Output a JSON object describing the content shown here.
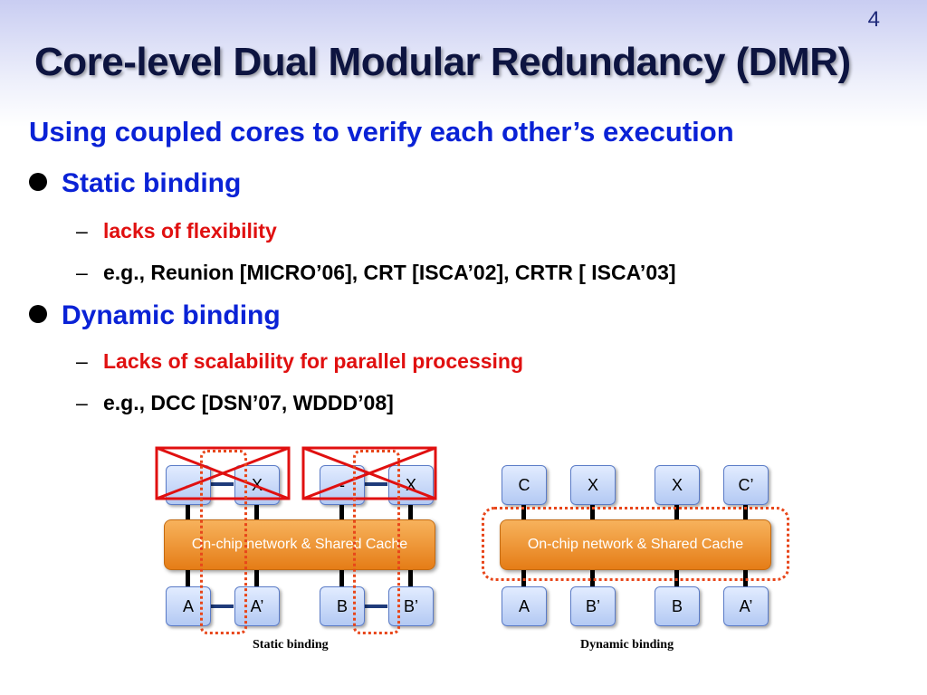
{
  "slide": {
    "number": "4",
    "title": "Core-level Dual Modular Redundancy (DMR)",
    "subtitle": "Using coupled cores to verify each other’s execution"
  },
  "bullets": [
    {
      "label": "Static binding",
      "subs": [
        {
          "text": "lacks of flexibility",
          "color": "#e01010"
        },
        {
          "text": "e.g., Reunion [MICRO’06], CRT [ISCA’02], CRTR [ ISCA’03]",
          "color": "#000000"
        }
      ]
    },
    {
      "label": "Dynamic binding",
      "subs": [
        {
          "text": "Lacks of scalability for parallel processing",
          "color": "#e01010"
        },
        {
          "text": "e.g., DCC [DSN’07, WDDD’08]",
          "color": "#000000"
        }
      ]
    }
  ],
  "static_diagram": {
    "top": [
      "-",
      "X",
      "-",
      "X"
    ],
    "bus": "On-chip network & Shared Cache",
    "bottom": [
      "A",
      "A’",
      "B",
      "B’"
    ],
    "caption": "Static binding"
  },
  "dynamic_diagram": {
    "top": [
      "C",
      "X",
      "X",
      "C’"
    ],
    "bus": "On-chip network & Shared Cache",
    "bottom": [
      "A",
      "B’",
      "B",
      "A’"
    ],
    "caption": "Dynamic binding"
  },
  "colors": {
    "accent_blue": "#0a22d6",
    "warning_red": "#e01010",
    "bus_orange": "#e57d17",
    "dotted_outline": "#e8461a"
  }
}
